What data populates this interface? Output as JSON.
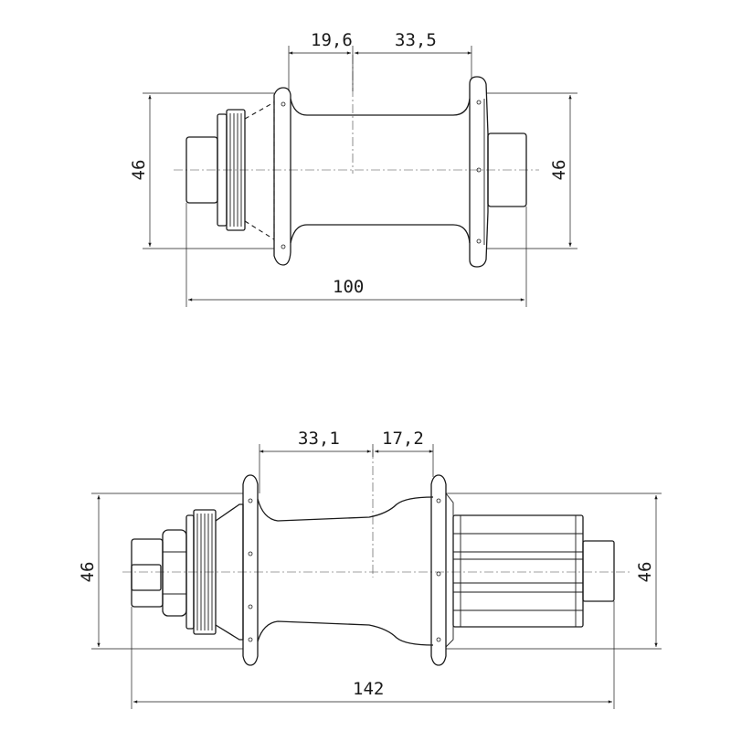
{
  "front_hub": {
    "dim_flange_left_to_center": "19,6",
    "dim_center_to_flange_right": "33,5",
    "dim_left_diameter": "46",
    "dim_right_diameter": "46",
    "dim_overall_width": "100"
  },
  "rear_hub": {
    "dim_flange_left_to_center": "33,1",
    "dim_center_to_flange_right": "17,2",
    "dim_left_diameter": "46",
    "dim_right_diameter": "46",
    "dim_overall_width": "142"
  }
}
